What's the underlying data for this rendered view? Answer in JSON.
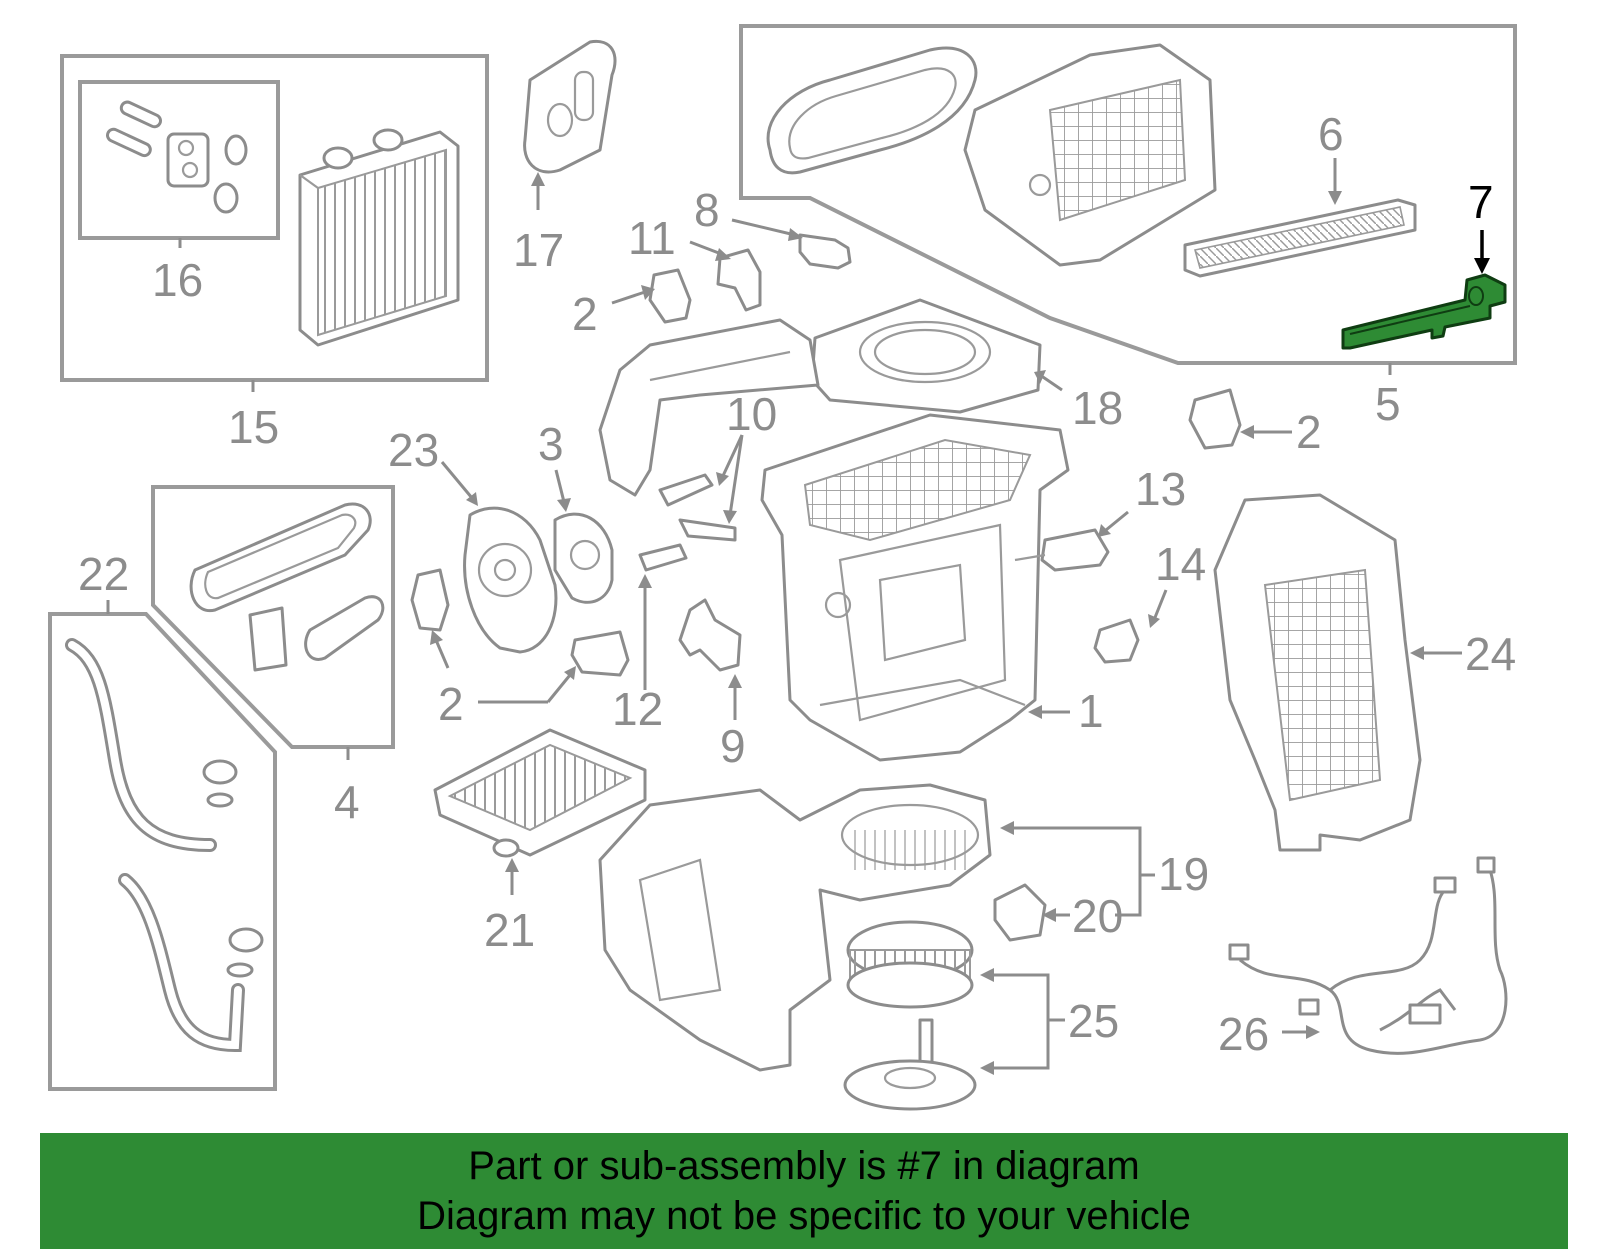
{
  "diagram": {
    "highlighted_part": "7",
    "highlight_color": "#2e8b34",
    "part_color": "#8c8c8c",
    "callouts": [
      "1",
      "2",
      "2",
      "2",
      "2",
      "3",
      "4",
      "5",
      "6",
      "7",
      "8",
      "9",
      "10",
      "11",
      "12",
      "13",
      "14",
      "15",
      "16",
      "17",
      "18",
      "19",
      "20",
      "21",
      "22",
      "23",
      "24",
      "25",
      "26"
    ]
  },
  "banner": {
    "line1": "Part or sub-assembly is #7 in diagram",
    "line2": "Diagram may not be specific to your vehicle",
    "background": "#2e8b34"
  }
}
